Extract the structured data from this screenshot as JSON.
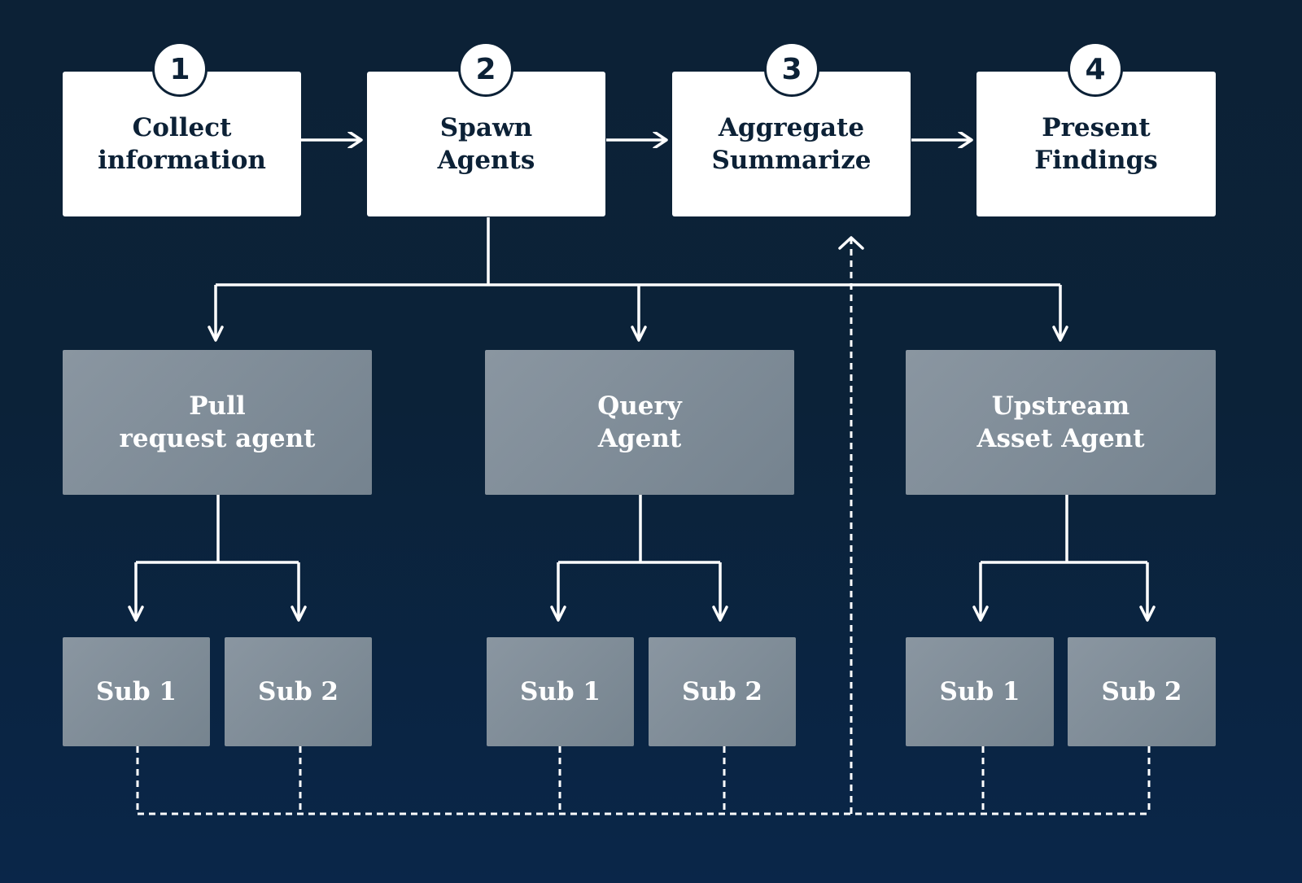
{
  "colors": {
    "background_top": "#0c2136",
    "background_bottom": "#0a2649",
    "step_box": "#ffffff",
    "step_text": "#0c2136",
    "agent_box": "#808d98",
    "agent_text": "#ffffff",
    "connector": "#ffffff"
  },
  "steps": [
    {
      "number": "1",
      "label": "Collect\ninformation"
    },
    {
      "number": "2",
      "label": "Spawn\nAgents"
    },
    {
      "number": "3",
      "label": "Aggregate\nSummarize"
    },
    {
      "number": "4",
      "label": "Present\nFindings"
    }
  ],
  "agents": [
    {
      "label": "Pull\nrequest agent",
      "subs": [
        "Sub 1",
        "Sub 2"
      ]
    },
    {
      "label": "Query\nAgent",
      "subs": [
        "Sub 1",
        "Sub 2"
      ]
    },
    {
      "label": "Upstream\nAsset Agent",
      "subs": [
        "Sub 1",
        "Sub 2"
      ]
    }
  ]
}
